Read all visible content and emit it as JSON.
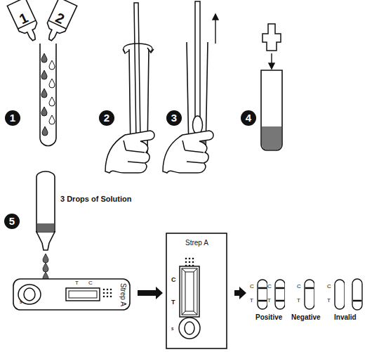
{
  "diagram": {
    "nodes": [
      {
        "text": [
          "S",
          "T",
          "C",
          "Strep A"
        ]
      },
      {
        "text": [
          "Strep A",
          "C",
          "T",
          "S"
        ]
      },
      {
        "text": [
          "C",
          "T"
        ]
      },
      {
        "text": [
          "C",
          "T"
        ]
      },
      {
        "text": [
          "C",
          "T"
        ]
      },
      {
        "text": [
          "C",
          "T"
        ]
      }
    ],
    "edges": [
      {
        "from": 0,
        "to": 1,
        "arrow": "to"
      },
      {
        "from": 1,
        "to": 2,
        "arrow": "to"
      }
    ],
    "labels": [
      "1",
      "2",
      "1",
      "2",
      "3",
      "4",
      "5",
      "3 Drops of Solution",
      "Positive",
      "Negative",
      "Invalid"
    ]
  }
}
